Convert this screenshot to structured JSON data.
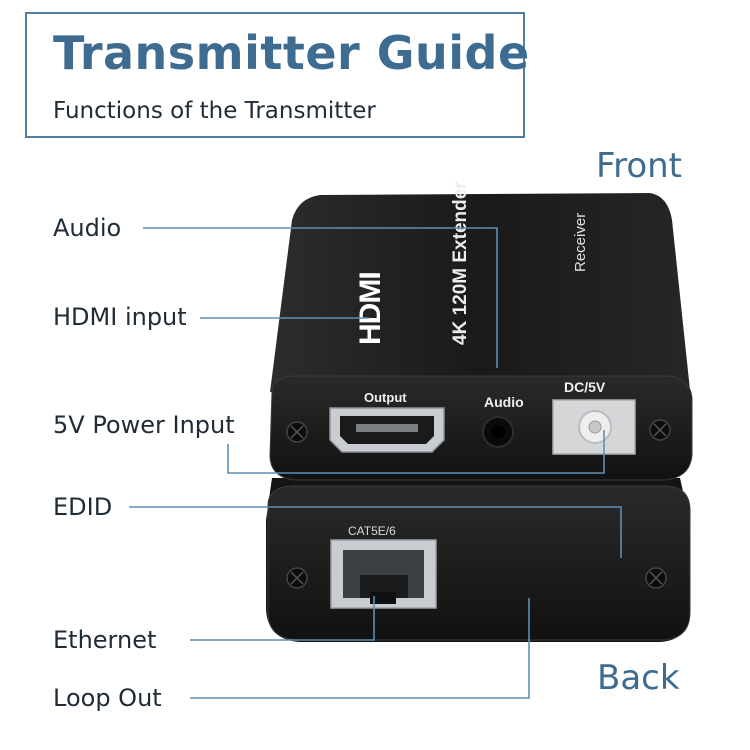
{
  "header": {
    "title": "Transmitter Guide",
    "subtitle": "Functions of the Transmitter"
  },
  "views": {
    "front": "Front",
    "back": "Back"
  },
  "callouts": {
    "audio": "Audio",
    "hdmi_input": "HDMI input",
    "power_input": "5V Power Input",
    "edid": "EDID",
    "ethernet": "Ethernet",
    "loop_out": "Loop Out"
  },
  "device": {
    "product_name": "4K 120M Extender",
    "unit_role": "Receiver",
    "hdmi_logo": "HDMI",
    "port_output": "Output",
    "port_audio": "Audio",
    "port_dc": "DC/5V",
    "port_cat": "CAT5E/6"
  },
  "colors": {
    "accent": "#3e6c91",
    "device_body": "#1b1b1b",
    "leader_line": "#5d8fb5"
  },
  "icons": [
    "screw-icon",
    "hdmi-port-icon",
    "audio-jack-icon",
    "dc-power-jack-icon",
    "rj45-port-icon"
  ]
}
